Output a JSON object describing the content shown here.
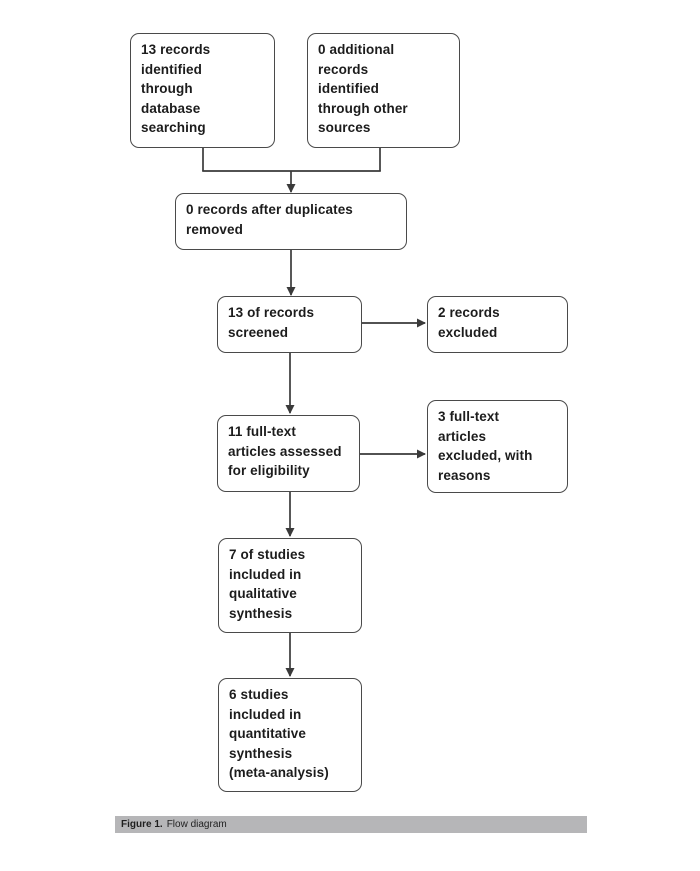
{
  "figure": {
    "boxes": [
      {
        "id": "identified-database",
        "text": "13 records\nidentified\nthrough\ndatabase\nsearching"
      },
      {
        "id": "identified-other",
        "text": "0 additional\nrecords\nidentified\nthrough other\nsources"
      },
      {
        "id": "after-duplicates",
        "text": "0 records after duplicates\nremoved"
      },
      {
        "id": "screened",
        "text": "13 of records\nscreened"
      },
      {
        "id": "records-excluded",
        "text": "2 records\nexcluded"
      },
      {
        "id": "fulltext-assessed",
        "text": "11 full-text\narticles assessed\nfor eligibility"
      },
      {
        "id": "fulltext-excluded",
        "text": "3 full-text\narticles\nexcluded, with\nreasons"
      },
      {
        "id": "qualitative",
        "text": "7 of studies\nincluded in\nqualitative\nsynthesis"
      },
      {
        "id": "quantitative",
        "text": "6 studies\nincluded in\nquantitative\nsynthesis\n(meta-analysis)"
      }
    ],
    "caption": {
      "label": "Figure 1.",
      "text": "Flow diagram"
    }
  },
  "colors": {
    "box_border": "#4a4a4a",
    "box_fill": "#ffffff",
    "text": "#1c1c1c",
    "connector": "#3a3a3a",
    "caption_bar": "#b6b6b8",
    "caption_text": "#1f1f1f",
    "page_background": "#ffffff"
  }
}
